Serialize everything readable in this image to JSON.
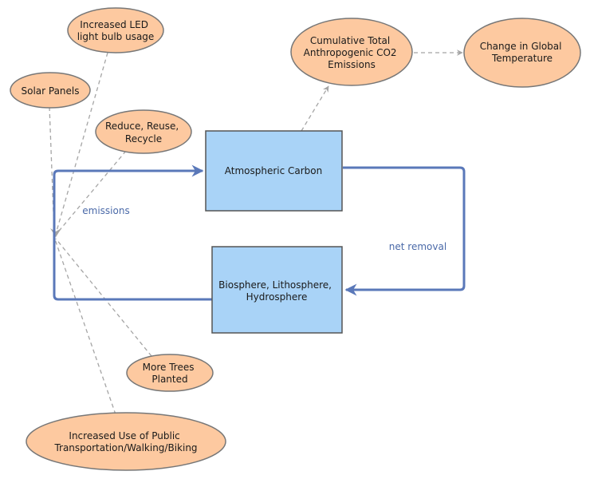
{
  "diagram": {
    "colors": {
      "ellipse_fill": "#fdc9a0",
      "ellipse_stroke": "#777777",
      "box_fill": "#a9d3f7",
      "box_stroke": "#555555",
      "cycle_arrow": "#5a78b9",
      "dashed_arrow": "#a5a5a5",
      "label_text": "#4a69a8"
    },
    "nodes": {
      "led": {
        "lines": [
          "Increased LED",
          "light bulb usage"
        ]
      },
      "solar": {
        "lines": [
          "Solar Panels"
        ]
      },
      "reduce": {
        "lines": [
          "Reduce, Reuse,",
          "Recycle"
        ]
      },
      "cumulative": {
        "lines": [
          "Cumulative Total",
          "Anthropogenic CO2",
          "Emissions"
        ]
      },
      "temperature": {
        "lines": [
          "Change in Global",
          "Temperature"
        ]
      },
      "atmospheric": {
        "lines": [
          "Atmospheric Carbon"
        ]
      },
      "biosphere": {
        "lines": [
          "Biosphere, Lithosphere,",
          "Hydrosphere"
        ]
      },
      "trees": {
        "lines": [
          "More Trees",
          "Planted"
        ]
      },
      "transport": {
        "lines": [
          "Increased Use of Public",
          "Transportation/Walking/Biking"
        ]
      }
    },
    "labels": {
      "emissions": "emissions",
      "net_removal": "net removal"
    }
  }
}
